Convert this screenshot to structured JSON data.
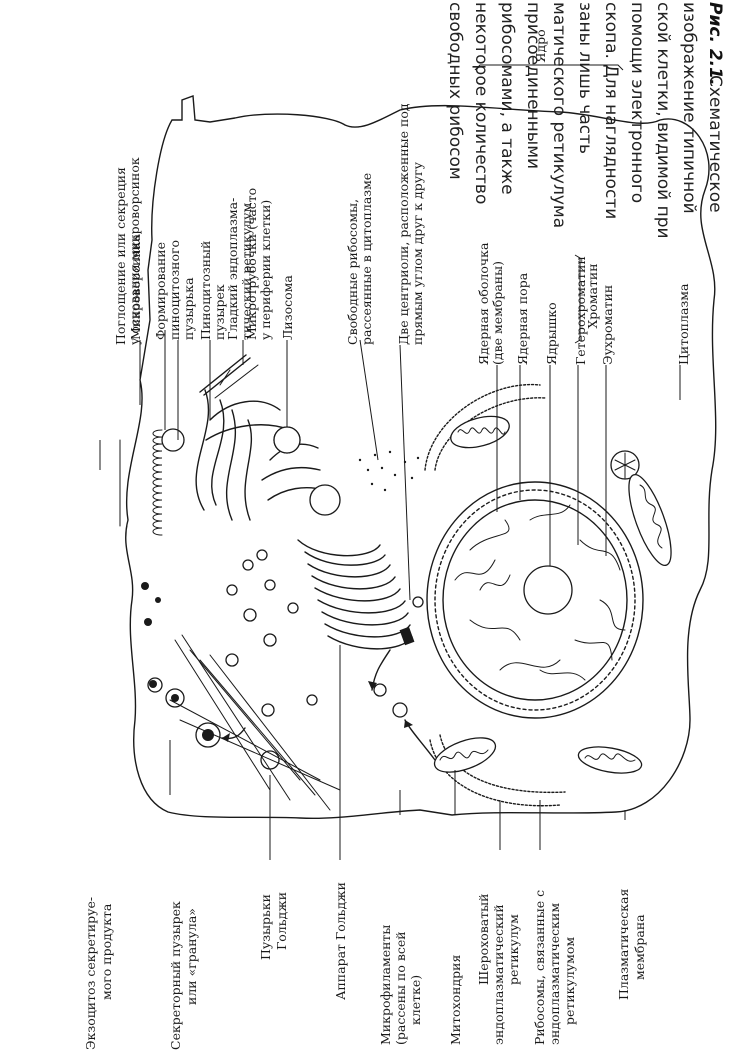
{
  "figure": {
    "caption_label": "Рис. 2.1.",
    "caption_lines": [
      "Схематическое",
      "изображение типичной",
      "ской клетки, видимой при",
      "помощи электронного",
      "скопа. Для наглядности",
      "заны лишь часть",
      "матического ретикулума",
      "присоединенными",
      "рибосомами, а также",
      "некоторое количество",
      "свободных рибосом"
    ]
  },
  "labels_top": {
    "absorption": [
      "Поглощение или секреция",
      "у основания микроворсинок"
    ]
  },
  "labels_right": [
    {
      "key": "microvillus",
      "lines": [
        "Микроворсинка"
      ]
    },
    {
      "key": "pinocytic_formation",
      "lines": [
        "Формирование",
        "пиноцитозного",
        "пузырька"
      ]
    },
    {
      "key": "pinocytic_vesicle",
      "lines": [
        "Пиноцитозный",
        "пузырек"
      ]
    },
    {
      "key": "smooth_er",
      "lines": [
        "Гладкий эндоплазма-",
        "тический ретикулум"
      ]
    },
    {
      "key": "microtubules",
      "lines": [
        "Микротрубочки (часто",
        "у периферии клетки)"
      ]
    },
    {
      "key": "lysosome",
      "lines": [
        "Лизосома"
      ]
    },
    {
      "key": "free_ribosomes",
      "lines": [
        "Свободные рибосомы,",
        "рассеянные в цитоплазме"
      ]
    },
    {
      "key": "centrioles",
      "lines": [
        "Две центриоли, расположенные под",
        "прямым углом друг к другу"
      ]
    },
    {
      "key": "nuclear_envelope",
      "lines": [
        "Ядерная оболочка",
        "(две мембраны)"
      ]
    },
    {
      "key": "nuclear_pore",
      "lines": [
        "Ядерная пора"
      ]
    },
    {
      "key": "nucleolus",
      "lines": [
        "Ядрышко"
      ]
    },
    {
      "key": "heterochromatin",
      "lines": [
        "Гетерохроматин"
      ]
    },
    {
      "key": "euchromatin",
      "lines": [
        "Эухроматин"
      ]
    },
    {
      "key": "cytoplasm",
      "lines": [
        "Цитоплазма"
      ]
    }
  ],
  "brackets": {
    "chromatin": "Хроматин",
    "nucleus": "Ядро"
  },
  "labels_left": [
    {
      "key": "exocytosis",
      "lines": [
        "Экзоцитоз секретируе-",
        "мого продукта"
      ]
    },
    {
      "key": "secretory_vesicle",
      "lines": [
        "Секреторный пузырек",
        "или «гранула»"
      ]
    },
    {
      "key": "golgi_vesicles",
      "lines": [
        "Пузырьки",
        "Гольджи"
      ]
    },
    {
      "key": "golgi_apparatus",
      "lines": [
        "Аппарат Гольджи"
      ]
    },
    {
      "key": "microfilaments",
      "lines": [
        "Микрофиламенты",
        "(рассены по всей",
        "клетке)"
      ]
    },
    {
      "key": "mitochondrion",
      "lines": [
        "Митохондрия"
      ]
    },
    {
      "key": "rough_er",
      "lines": [
        "Шероховатый",
        "эндоплазматический",
        "ретикулум"
      ]
    },
    {
      "key": "bound_ribosomes",
      "lines": [
        "Рибосомы, связанные с",
        "эндоплазматическим",
        "ретикулумом"
      ]
    },
    {
      "key": "plasma_membrane",
      "lines": [
        "Плазматическая",
        "мембрана"
      ]
    }
  ]
}
